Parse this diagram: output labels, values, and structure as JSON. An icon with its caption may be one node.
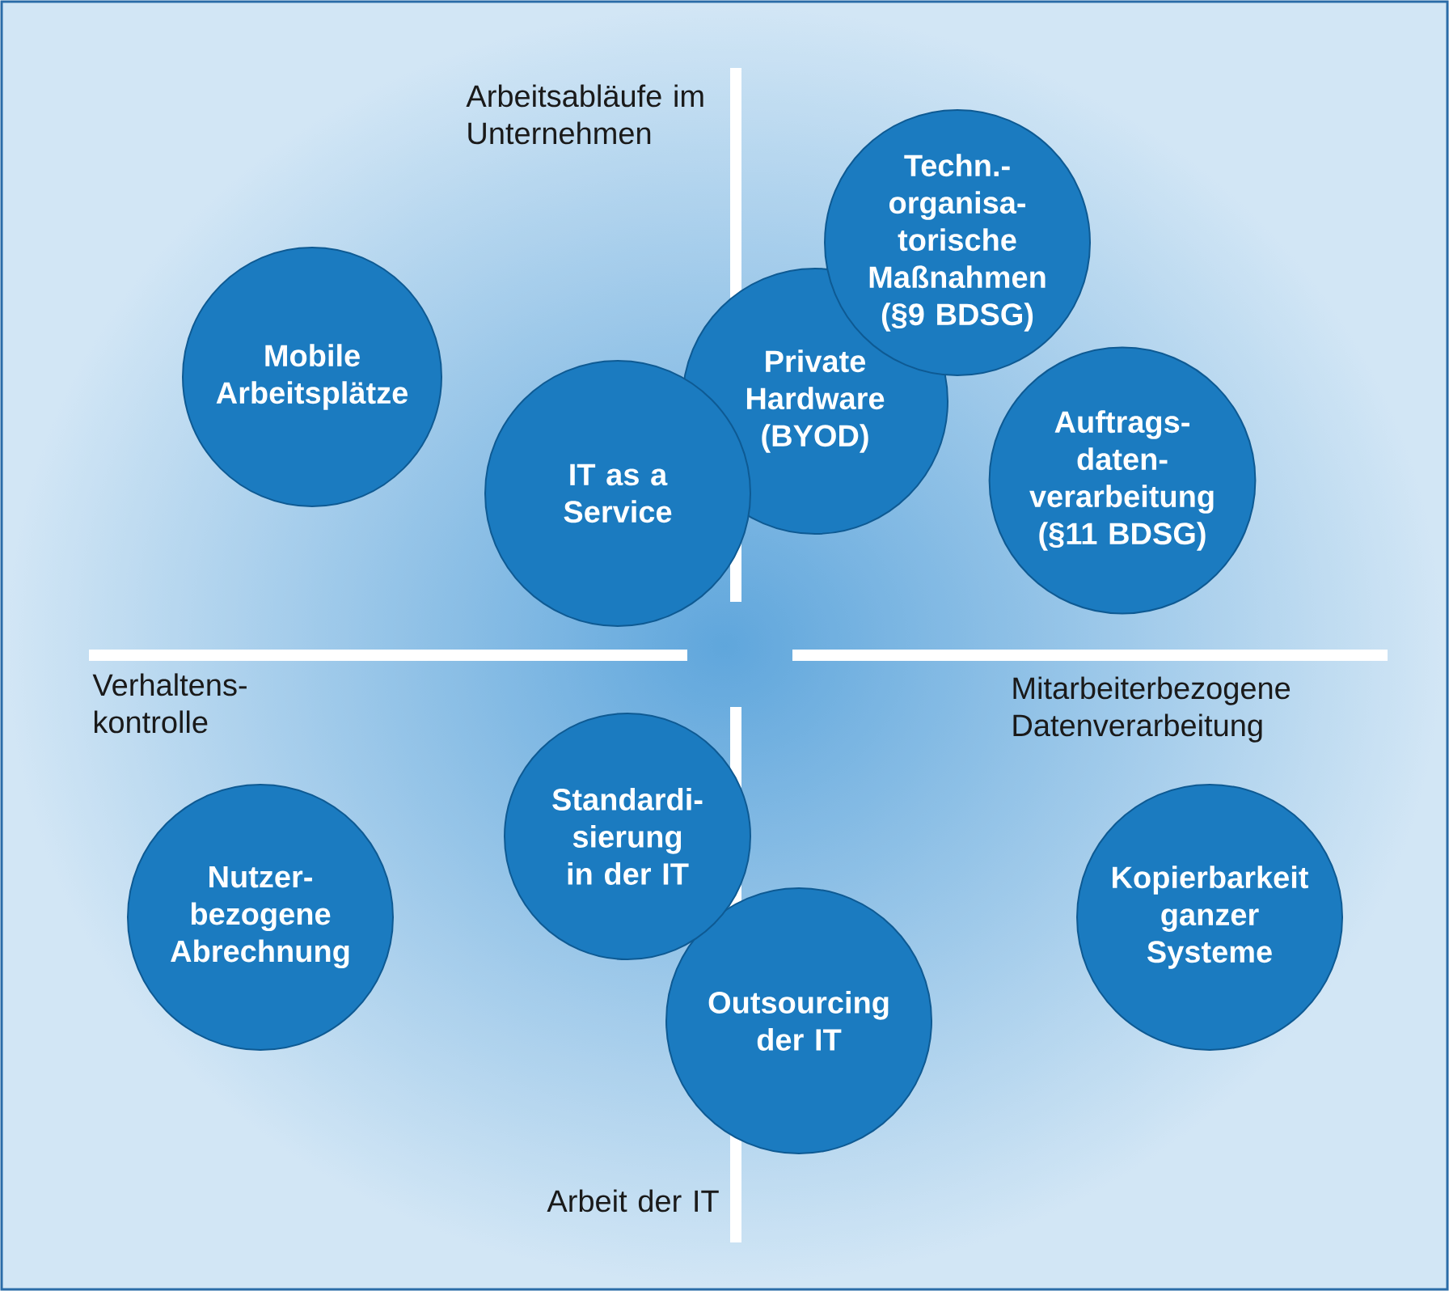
{
  "diagram": {
    "nodes": [
      {
        "text": [
          "Mobile Arbeitsplätze"
        ]
      },
      {
        "text": [
          "Private Hardware (BYOD)"
        ]
      },
      {
        "text": [
          "Techn.- organisa- torische Maßnahmen (§9 BDSG)"
        ]
      },
      {
        "text": [
          "IT as a Service"
        ]
      },
      {
        "text": [
          "Auftrags- daten- verarbeitung (§11 BDSG)"
        ]
      },
      {
        "text": [
          "Nutzer- bezogene Abrechnung"
        ]
      },
      {
        "text": [
          "Outsourcing der IT"
        ]
      },
      {
        "text": [
          "Standardi- sierung in der IT"
        ]
      },
      {
        "text": [
          "Kopierbarkeit ganzer Systeme"
        ]
      }
    ],
    "labels": [
      "Arbeitsabläufe im Unternehmen",
      "Verhaltens- kontrolle",
      "Mitarbeiterbezogene Datenverarbeitung",
      "Arbeit der IT"
    ]
  }
}
